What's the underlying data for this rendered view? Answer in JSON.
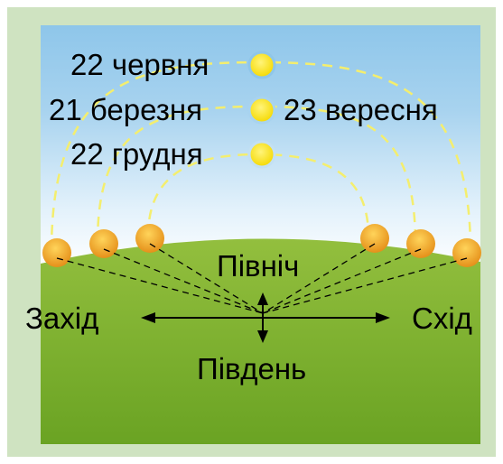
{
  "labels": {
    "june": "22 червня",
    "march": "21 березня",
    "september": "23 вересня",
    "december": "22 грудня",
    "north": "Північ",
    "south": "Південь",
    "west": "Захід",
    "east": "Схід"
  },
  "colors": {
    "frame": "#cfe3c1",
    "sky_top": "#8ec6ea",
    "sky_bottom": "#ffffff",
    "ground_top": "#88b837",
    "ground_bottom": "#6aa323",
    "sun_path": "#f4ee6e",
    "noon_sun": "#ffe81a",
    "rising_sun": "#f2a524"
  }
}
